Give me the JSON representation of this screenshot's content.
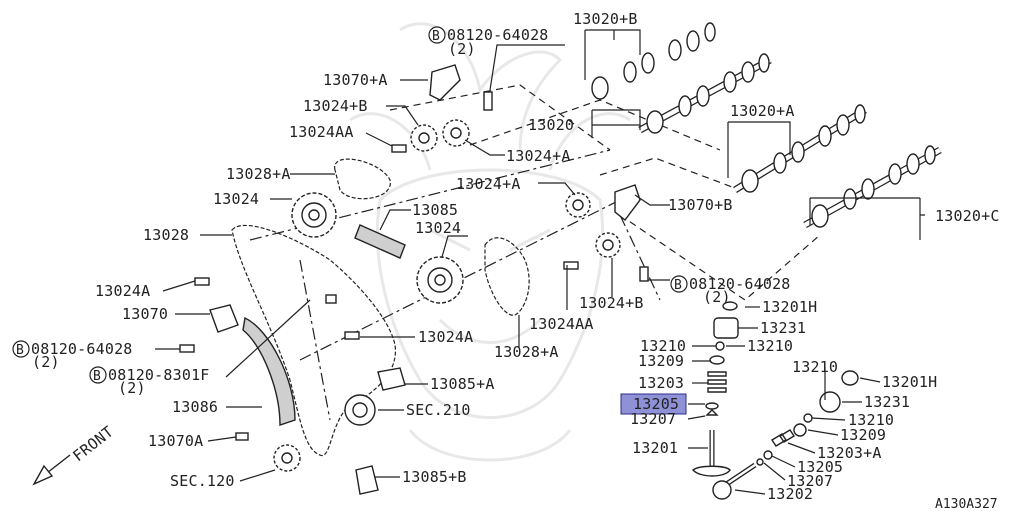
{
  "diagram": {
    "highlight_color": "#8f91d6",
    "watermark_icon": "samurai-helmet-icon",
    "bolt_marker": "B",
    "labels": {
      "p13020B": "13020+B",
      "bolt1": "08120-64028",
      "bolt1qty": "(2)",
      "p13070A": "13070+A",
      "p13024B": "13024+B",
      "p13024AA_1": "13024AA",
      "p13020": "13020",
      "p13024A_1": "13024+A",
      "p13020A": "13020+A",
      "p13028A_1": "13028+A",
      "p13024_1": "13024",
      "p13085": "13085",
      "p13024A_2": "13024+A",
      "p13070B": "13070+B",
      "p13020C": "13020+C",
      "p13028": "13028",
      "p13024_2": "13024",
      "p13024A_3": "13024A",
      "bolt2": "08120-64028",
      "bolt2qty": "(2)",
      "p13201H_1": "13201H",
      "p13070": "13070",
      "p13024AA_2": "13024AA",
      "p13024B_2": "13024+B",
      "p13231_1": "13231",
      "bolt3": "08120-64028",
      "bolt3qty": "(2)",
      "p13024A_4": "13024A",
      "p13028A_2": "13028+A",
      "p13210_1": "13210",
      "p13209_1": "13209",
      "p13210_2": "13210",
      "bolt4": "08120-8301F",
      "bolt4qty": "(2)",
      "p13085A": "13085+A",
      "p13203": "13203",
      "p13201H_2": "13201H",
      "p13086": "13086",
      "sec210": "SEC.210",
      "p13205": "13205",
      "p13231_2": "13231",
      "p13207": "13207",
      "p13210_3": "13210",
      "p13070A_2": "13070A",
      "p13209_2": "13209",
      "p13201": "13201",
      "p13203A": "13203+A",
      "p13205_2": "13205",
      "sec120": "SEC.120",
      "p13085B": "13085+B",
      "p13207_2": "13207",
      "p13202": "13202",
      "front": "FRONT",
      "code": "A130A327"
    }
  }
}
